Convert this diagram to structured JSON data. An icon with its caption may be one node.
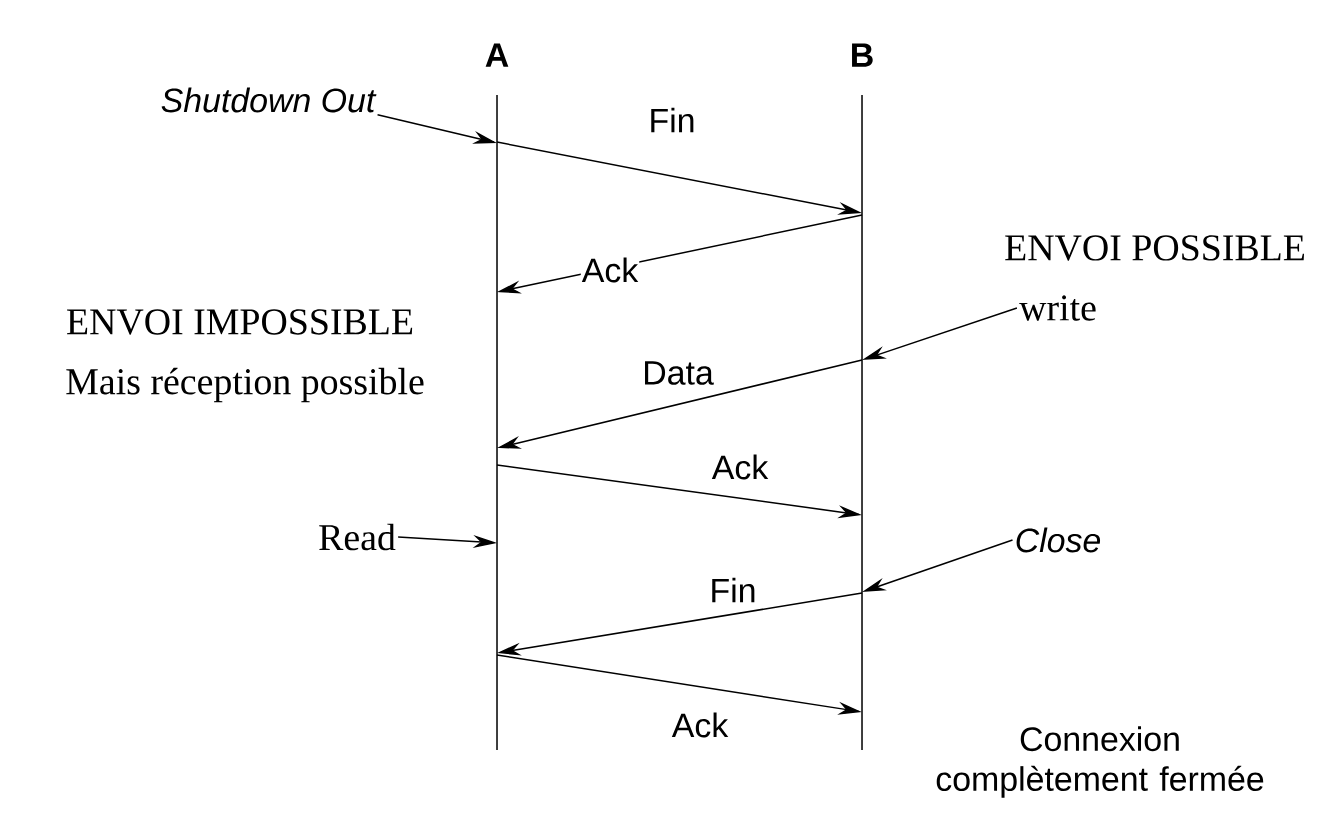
{
  "diagram": {
    "nodes": [
      {
        "text": [
          "A"
        ]
      },
      {
        "text": [
          "B"
        ]
      },
      {
        "text": [
          "Shutdown Out"
        ]
      },
      {
        "text": [
          "write"
        ]
      },
      {
        "text": [
          "Read"
        ]
      },
      {
        "text": [
          "Close"
        ]
      }
    ],
    "edges": [
      {
        "from": 0,
        "to": 1,
        "arrow": "to",
        "label": "Fin"
      },
      {
        "from": 1,
        "to": 0,
        "arrow": "to",
        "label": "Ack"
      },
      {
        "from": 3,
        "to": 1,
        "arrow": "to"
      },
      {
        "from": 1,
        "to": 0,
        "arrow": "to",
        "label": "Data"
      },
      {
        "from": 0,
        "to": 1,
        "arrow": "to",
        "label": "Ack"
      },
      {
        "from": 4,
        "to": 0,
        "arrow": "to"
      },
      {
        "from": 5,
        "to": 1,
        "arrow": "to"
      },
      {
        "from": 1,
        "to": 0,
        "arrow": "to",
        "label": "Fin"
      },
      {
        "from": 0,
        "to": 1,
        "arrow": "to",
        "label": "Ack"
      },
      {
        "from": 2,
        "to": 0,
        "arrow": "to"
      }
    ],
    "labels": [
      "ENVOI POSSIBLE",
      "ENVOI IMPOSSIBLE",
      "Mais réception possible",
      "Connexion complètement fermée"
    ]
  }
}
